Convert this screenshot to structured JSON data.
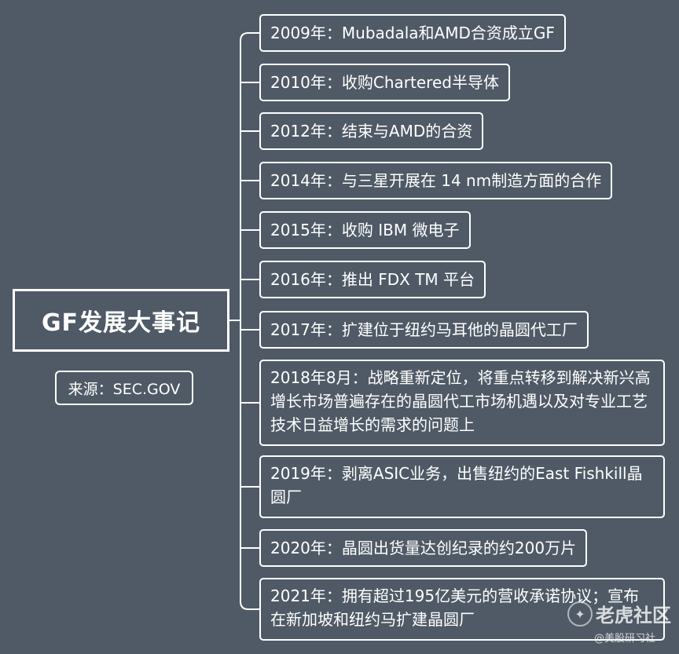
{
  "root": {
    "title": "GF发展大事记"
  },
  "source": {
    "label": "来源：SEC.GOV"
  },
  "events": [
    "2009年：Mubadala和AMD合资成立GF",
    "2010年：收购Chartered半导体",
    "2012年：结束与AMD的合资",
    "2014年：与三星开展在 14 nm制造方面的合作",
    "2015年：收购 IBM 微电子",
    "2016年：推出 FDX TM 平台",
    "2017年：扩建位于纽约马耳他的晶圆代工厂",
    "2018年8月：战略重新定位，将重点转移到解决新兴高增长市场普遍存在的晶圆代工市场机遇以及对专业工艺技术日益增长的需求的问题上",
    "2019年：剥离ASIC业务，出售纽约的East Fishkill晶圆厂",
    "2020年：晶圆出货量达创纪录的约200万片",
    "2021年：拥有超过195亿美元的营收承诺协议；宣布在新加坡和纽约马扩建晶圆厂"
  ],
  "watermark": {
    "brand": "老虎社区",
    "sub": "@美股研习社"
  }
}
